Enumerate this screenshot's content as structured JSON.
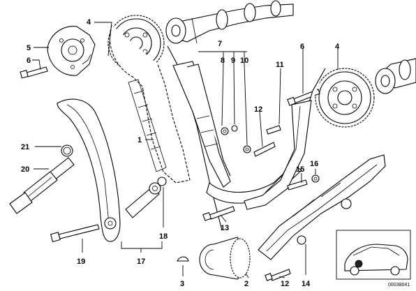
{
  "diagram": {
    "callouts": {
      "c4_left": "4",
      "c5": "5",
      "c6_left": "6",
      "c7": "7",
      "c8": "8",
      "c9": "9",
      "c10": "10",
      "c11": "11",
      "c6_right": "6",
      "c4_right": "4",
      "c12_mid": "12",
      "c1": "1",
      "c21": "21",
      "c20": "20",
      "c16": "16",
      "c15": "15",
      "c13": "13",
      "c18": "18",
      "c19": "19",
      "c17": "17",
      "c3": "3",
      "c2": "2",
      "c12_bottom": "12",
      "c14": "14"
    },
    "document_number": "00038041"
  }
}
